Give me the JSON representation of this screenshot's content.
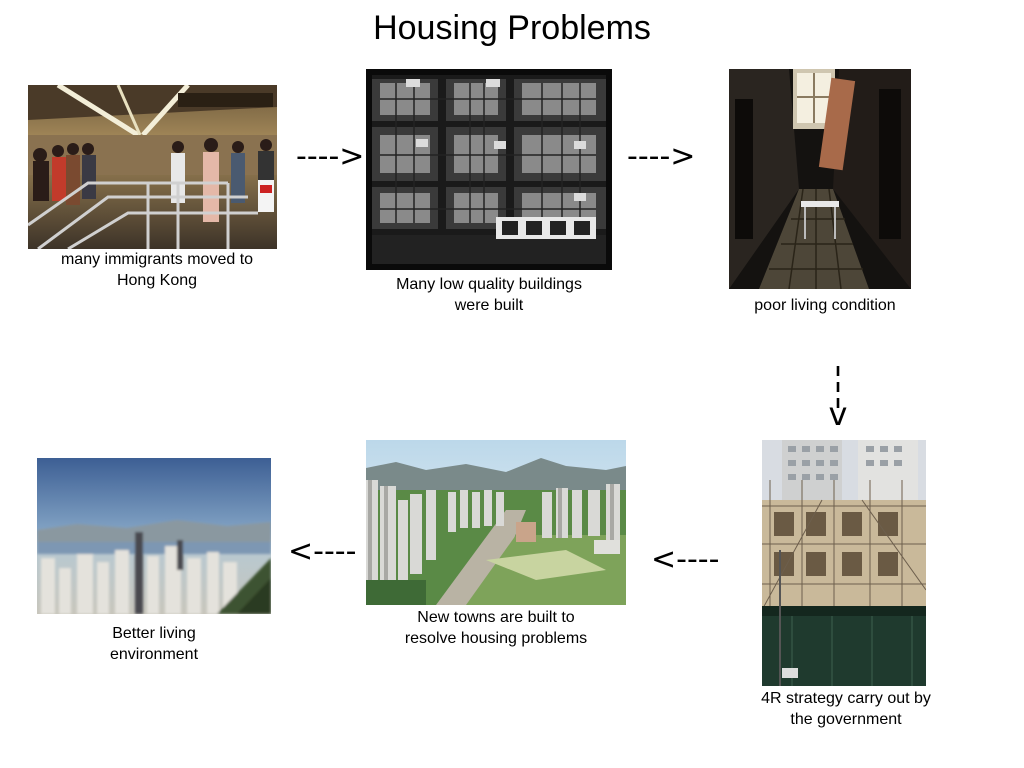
{
  "title": "Housing Problems",
  "steps": [
    {
      "caption_line1": "many immigrants moved to",
      "caption_line2": "Hong Kong"
    },
    {
      "caption_line1": "Many low quality buildings",
      "caption_line2": "were built"
    },
    {
      "caption_line1": "poor living condition",
      "caption_line2": ""
    },
    {
      "caption_line1": "4R strategy carry out by",
      "caption_line2": "the government"
    },
    {
      "caption_line1": "New towns are built to",
      "caption_line2": "resolve housing problems"
    },
    {
      "caption_line1": "Better living",
      "caption_line2": "environment"
    }
  ],
  "arrows": {
    "right": "---->",
    "left": "<----",
    "down_head": "v"
  },
  "colors": {
    "text": "#000000",
    "background": "#ffffff"
  }
}
